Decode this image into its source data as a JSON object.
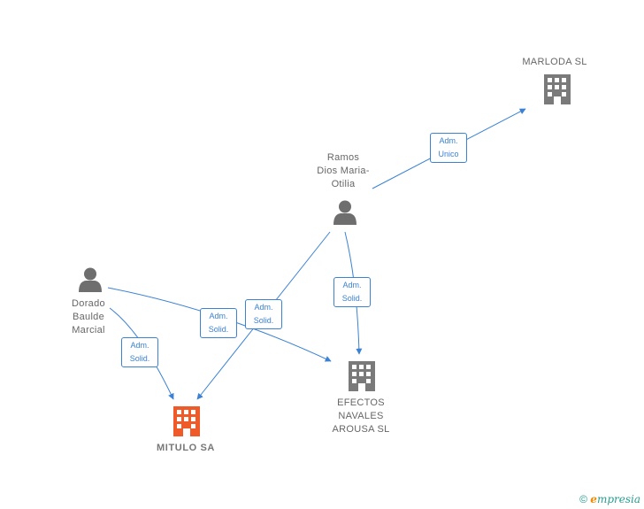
{
  "colors": {
    "edge": "#3b82d4",
    "company": "#7a7a7a",
    "focus_company": "#f05a28",
    "person": "#6e6e6e"
  },
  "nodes": {
    "marloda": {
      "label": "MARLODA  SL",
      "icon": "building-icon"
    },
    "ramos": {
      "label": "Ramos\nDios Maria-\nOtilia",
      "icon": "person-icon"
    },
    "dorado": {
      "label": "Dorado\nBaulde\nMarcial",
      "icon": "person-icon"
    },
    "efectos": {
      "label": "EFECTOS\nNAVALES\nAROUSA  SL",
      "icon": "building-icon"
    },
    "mitulo": {
      "label": "MITULO SA",
      "icon": "building-icon"
    }
  },
  "edges": [
    {
      "from": "ramos",
      "to": "marloda",
      "label": "Adm.\nUnico"
    },
    {
      "from": "ramos",
      "to": "efectos",
      "label": "Adm.\nSolid."
    },
    {
      "from": "ramos",
      "to": "mitulo",
      "label": "Adm.\nSolid."
    },
    {
      "from": "dorado",
      "to": "efectos",
      "label": "Adm.\nSolid."
    },
    {
      "from": "dorado",
      "to": "mitulo",
      "label": "Adm.\nSolid."
    }
  ],
  "footer": {
    "copyright": "©",
    "brand_initial": "e",
    "brand_rest": "mpresia"
  }
}
